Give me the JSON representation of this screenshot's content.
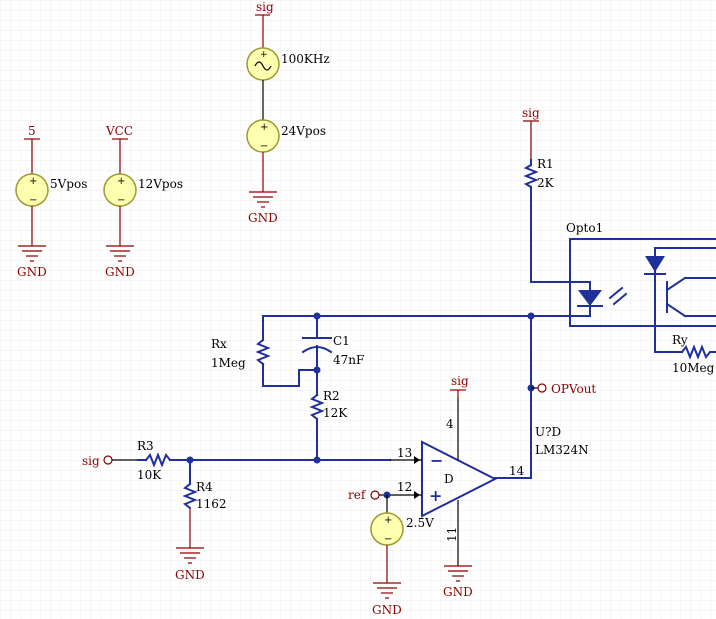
{
  "labels": {
    "sig_top": "sig",
    "freq": "100KHz",
    "v24": "24Vpos",
    "gnd": "GND",
    "five": "5",
    "v5": "5Vpos",
    "vcc": "VCC",
    "v12": "12Vpos",
    "sig_r1": "sig",
    "r1": "R1",
    "r1_val": "2K",
    "opto": "Opto1",
    "ry": "Ry",
    "ry_val": "10Meg",
    "rx": "Rx",
    "rx_val": "1Meg",
    "c1": "C1",
    "c1_val": "47nF",
    "r2": "R2",
    "r2_val": "12K",
    "sig_amp": "sig",
    "opvout": "OPVout",
    "pin4": "4",
    "ud": "U?D",
    "lm": "LM324N",
    "pin13": "13",
    "pin14": "14",
    "pin12": "12",
    "pin11": "11",
    "amp_d": "D",
    "minus": "−",
    "plus": "+",
    "sig_in": "sig",
    "r3": "R3",
    "r3_val": "10K",
    "r4": "R4",
    "r4_val": "1162",
    "ref": "ref",
    "v25": "2.5V",
    "src_plus": "+",
    "src_minus": "−"
  }
}
